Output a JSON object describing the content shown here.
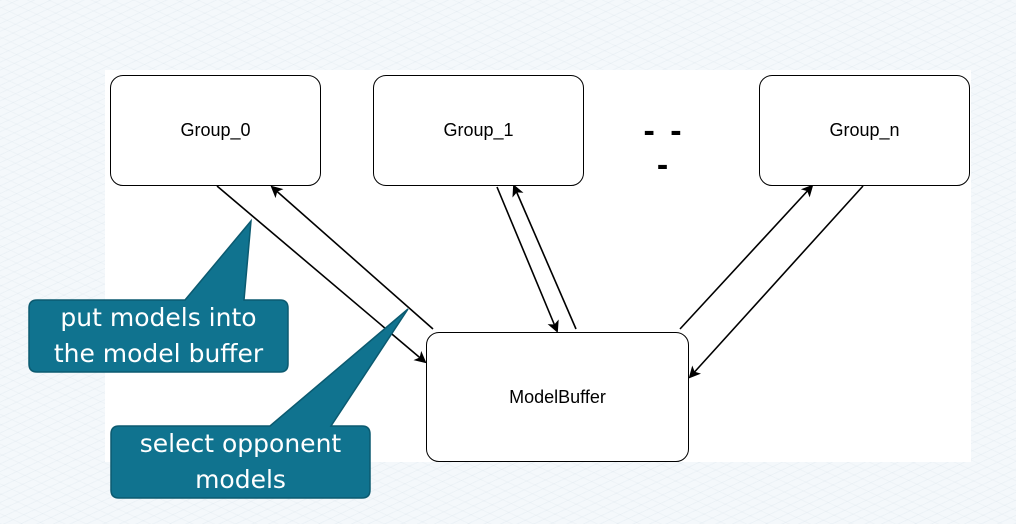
{
  "nodes": {
    "group_0": "Group_0",
    "group_1": "Group_1",
    "group_n": "Group_n",
    "model_buffer": "ModelBuffer"
  },
  "ellipsis": "- - -",
  "callouts": {
    "put_models": "put models into\nthe model buffer",
    "select_opponent": "select opponent\nmodels"
  },
  "colors": {
    "callout_fill": "#10738f",
    "callout_border": "#0b5a70",
    "line": "#000000"
  }
}
